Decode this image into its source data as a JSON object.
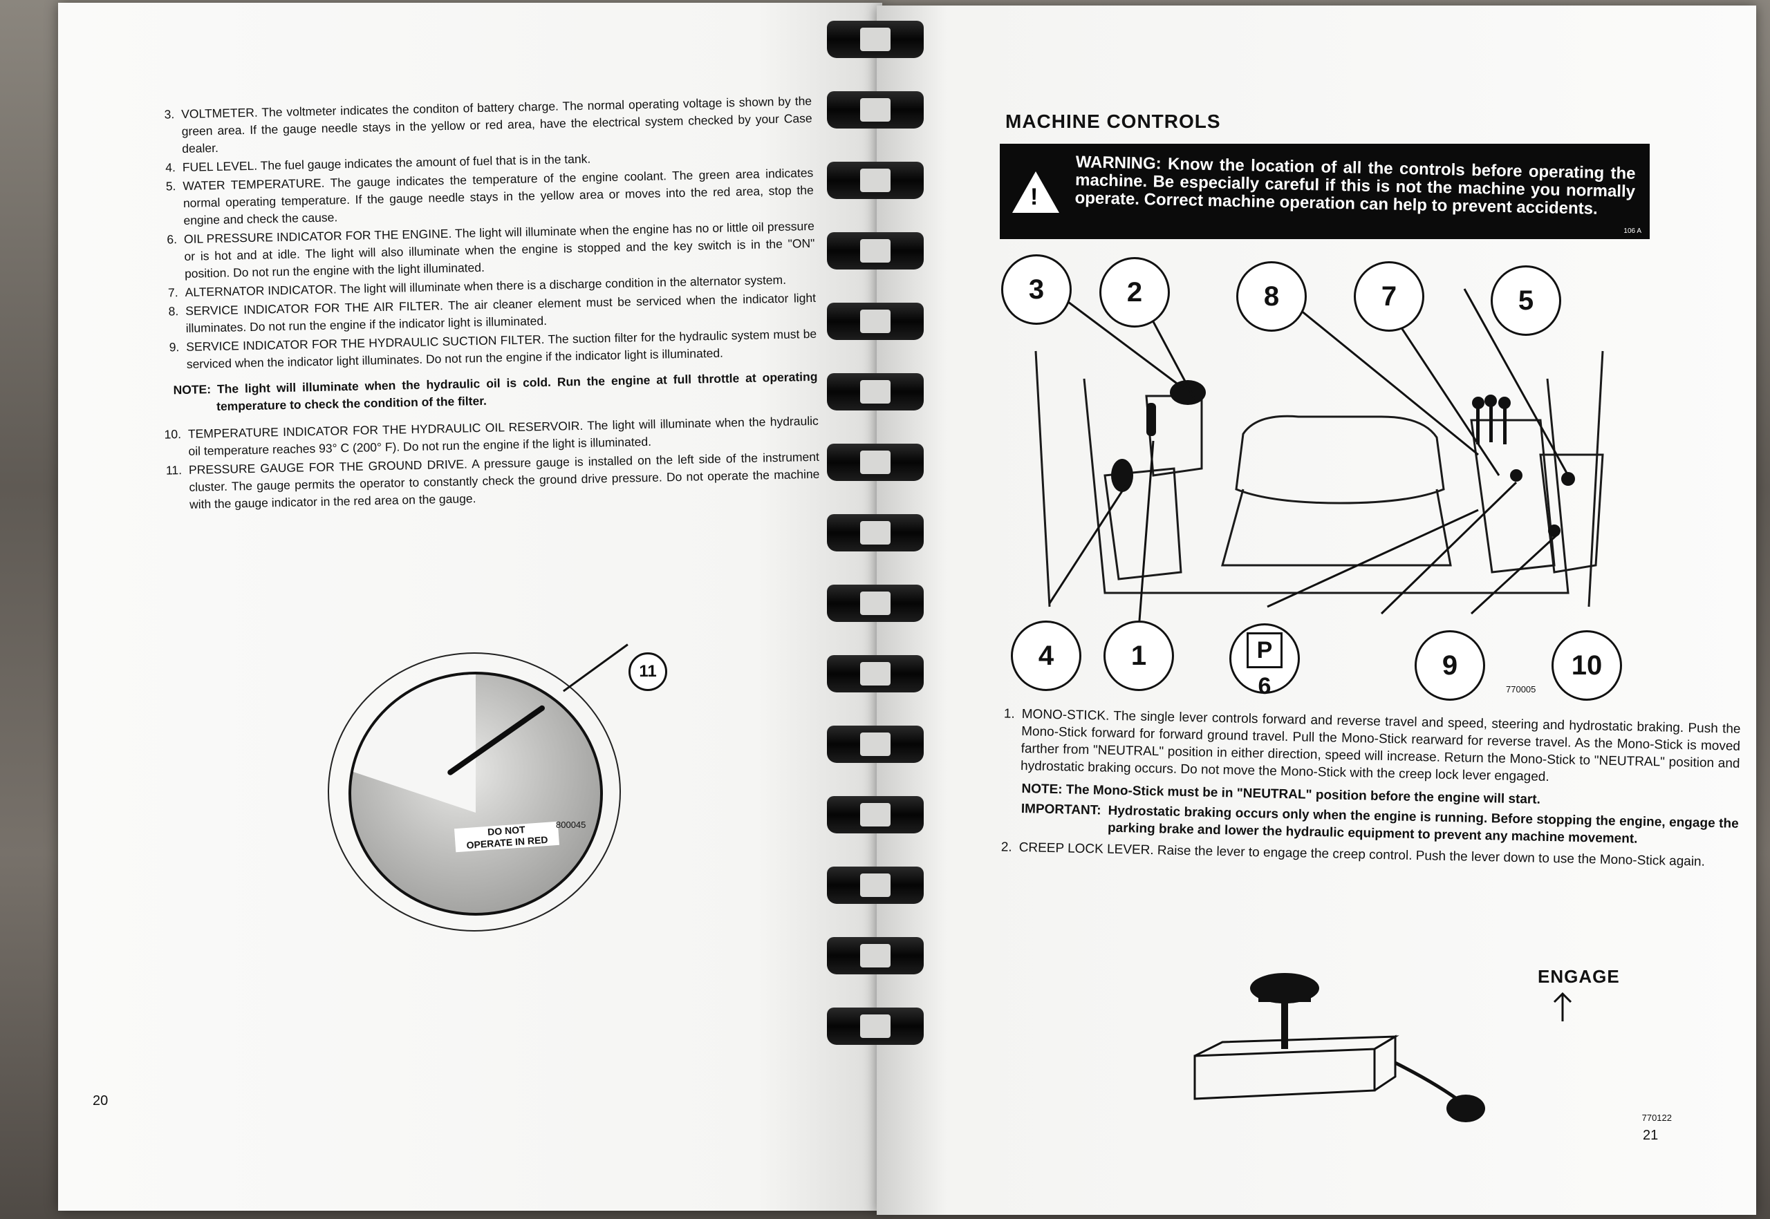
{
  "left_page": {
    "items": [
      {
        "num": "3.",
        "text": "VOLTMETER. The voltmeter indicates the conditon of battery charge. The normal operating voltage is shown by the green area. If the gauge needle stays in the yellow or red area, have the electrical system checked by your Case dealer."
      },
      {
        "num": "4.",
        "text": "FUEL LEVEL. The fuel gauge indicates the amount of fuel that is in the tank."
      },
      {
        "num": "5.",
        "text": "WATER TEMPERATURE. The gauge indicates the temperature of the engine coolant. The green area indicates normal operating temperature. If the gauge needle stays in the yellow area or moves into the red area, stop the engine and check the cause."
      },
      {
        "num": "6.",
        "text": "OIL PRESSURE INDICATOR FOR THE ENGINE. The light will illuminate when the engine has no or little oil pressure or is hot and at idle. The light will also illuminate when the engine is stopped and the key switch is in the \"ON\" position. Do not run the engine with the light illuminated."
      },
      {
        "num": "7.",
        "text": "ALTERNATOR INDICATOR. The light will illuminate when there is a discharge condition in the alternator system."
      },
      {
        "num": "8.",
        "text": "SERVICE INDICATOR FOR THE AIR FILTER. The air cleaner element must be serviced when the indicator light illuminates. Do not run the engine if the indicator light is illuminated."
      },
      {
        "num": "9.",
        "text": "SERVICE INDICATOR FOR THE HYDRAULIC SUCTION FILTER. The suction filter for the hydraulic system must be serviced when the indicator light illuminates. Do not run the engine if the indicator light is illuminated."
      }
    ],
    "note": "NOTE: The light will illuminate when the hydraulic oil is cold. Run the engine at full throttle at operating temperature to check the condition of the filter.",
    "items2": [
      {
        "num": "10.",
        "text": "TEMPERATURE INDICATOR FOR THE HYDRAULIC OIL RESERVOIR. The light will illuminate when the hydraulic oil temperature reaches 93° C (200° F). Do not run the engine if the light is illuminated."
      },
      {
        "num": "11.",
        "text": "PRESSURE GAUGE FOR THE GROUND DRIVE. A pressure gauge is installed on the left side of the instrument cluster. The gauge permits the operator to constantly check the ground drive pressure. Do not operate the machine with the gauge indicator in the red area on the gauge."
      }
    ],
    "gauge": {
      "callout": "11",
      "label_line1": "DO NOT",
      "label_line2": "OPERATE IN RED",
      "ref": "800045"
    },
    "page_number": "20"
  },
  "right_page": {
    "heading": "MACHINE CONTROLS",
    "warning": {
      "text": "WARNING: Know the location of all the controls before operating the machine. Be especially careful if this is not the machine you normally operate. Correct machine operation can help to prevent accidents.",
      "code": "106 A"
    },
    "diagram": {
      "callouts_top": [
        "3",
        "2",
        "8",
        "7",
        "5"
      ],
      "callouts_bottom": [
        "4",
        "1",
        "P",
        "9",
        "10"
      ],
      "six_label": "6",
      "ref": "770005"
    },
    "item1": {
      "num": "1.",
      "text": "MONO-STICK. The single lever controls forward and reverse travel and speed, steering and hydrostatic braking. Push the Mono-Stick forward for forward ground travel. Pull the Mono-Stick rearward for reverse travel. As the Mono-Stick is moved farther from \"NEUTRAL\" position in either direction, speed will increase. Return the Mono-Stick to \"NEUTRAL\" position and hydrostatic braking occurs. Do not move the Mono-Stick with the creep lock lever engaged."
    },
    "note": "NOTE: The Mono-Stick must be in \"NEUTRAL\" position before the engine will start.",
    "important_label": "IMPORTANT:",
    "important_text": "Hydrostatic braking occurs only when the engine is running. Before stopping the engine, engage the parking brake and lower the hydraulic equipment to prevent any machine movement.",
    "item2": {
      "num": "2.",
      "text": "CREEP LOCK LEVER. Raise the lever to engage the creep control. Push the lever down to use the Mono-Stick again."
    },
    "lock_figure": {
      "engage_label": "ENGAGE",
      "ref": "770122"
    },
    "page_number": "21"
  }
}
